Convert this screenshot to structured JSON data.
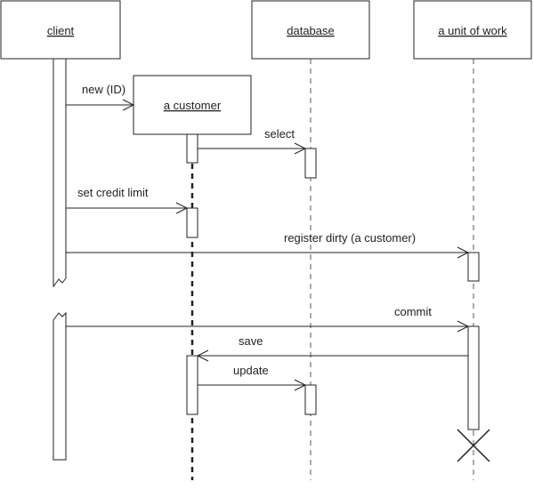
{
  "participants": [
    {
      "id": "client",
      "label": "client"
    },
    {
      "id": "database",
      "label": "database"
    },
    {
      "id": "unit",
      "label": "a unit of work"
    },
    {
      "id": "customer",
      "label": "a customer"
    }
  ],
  "messages": [
    {
      "id": "new",
      "label": "new (ID)"
    },
    {
      "id": "select",
      "label": "select"
    },
    {
      "id": "setcredit",
      "label": "set credit limit"
    },
    {
      "id": "registerdirty",
      "label": "register dirty (a customer)"
    },
    {
      "id": "commit",
      "label": "commit"
    },
    {
      "id": "save",
      "label": "save"
    },
    {
      "id": "update",
      "label": "update"
    }
  ],
  "colors": {
    "stroke": "#222222",
    "background": "#ffffff"
  }
}
